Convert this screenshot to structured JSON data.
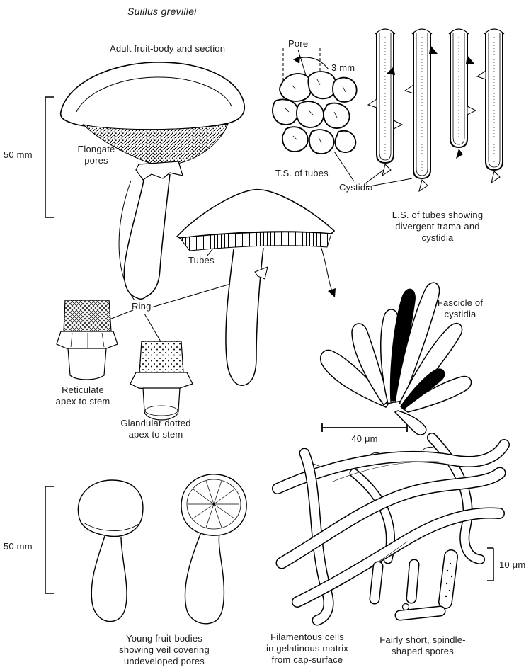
{
  "page": {
    "title": "Suillus grevillei"
  },
  "labels": {
    "adult_fruit_body": "Adult fruit-body and section",
    "pore": "Pore",
    "scale_3mm": "3 mm",
    "ts_of_tubes": "T.S. of tubes",
    "cystidia": "Cystidia",
    "ls_of_tubes": "L.S. of tubes showing\ndivergent trama and cystidia",
    "elongate_pores": "Elongate\npores",
    "scale_50mm_top": "50 mm",
    "tubes": "Tubes",
    "ring": "Ring",
    "fascicle_of_cystidia": "Fascicle of\ncystidia",
    "reticulate_apex": "Reticulate\napex to stem",
    "glandular_apex": "Glandular dotted\napex to stem",
    "scale_40um": "40 μm",
    "scale_50mm_bottom": "50 mm",
    "scale_10um": "10 μm",
    "young_fruit_bodies": "Young fruit-bodies\nshowing veil covering\nundeveloped pores",
    "filamentous_cells": "Filamentous cells\nin gelatinous matrix\nfrom cap-surface",
    "spores": "Fairly short, spindle-\nshaped spores"
  }
}
